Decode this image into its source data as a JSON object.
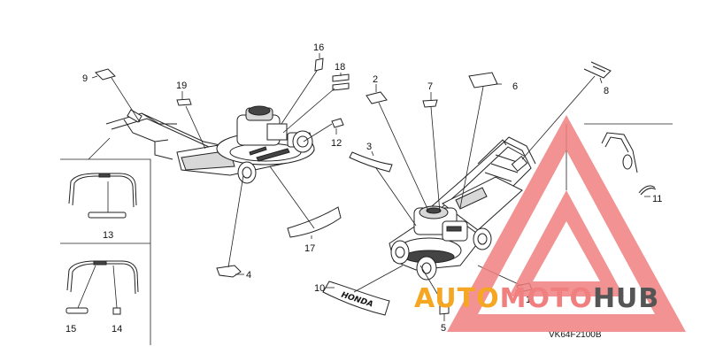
{
  "diagram": {
    "drawing_code": "VK64F2100B",
    "label_text": "HONDA",
    "callouts": {
      "c1": "1",
      "c2": "2",
      "c3": "3",
      "c4": "4",
      "c5": "5",
      "c6": "6",
      "c7": "7",
      "c8": "8",
      "c9": "9",
      "c10": "10",
      "c11": "11",
      "c12": "12",
      "c13": "13",
      "c14": "14",
      "c15": "15",
      "c16": "16",
      "c17": "17",
      "c18": "18",
      "c19": "19"
    }
  },
  "watermark": {
    "word_part1": "AUTO",
    "word_part2": "MOTO",
    "word_part3": "HUB",
    "color_primary": "#f08080",
    "color_accent": "#f5a623",
    "color_dark": "#555555"
  }
}
